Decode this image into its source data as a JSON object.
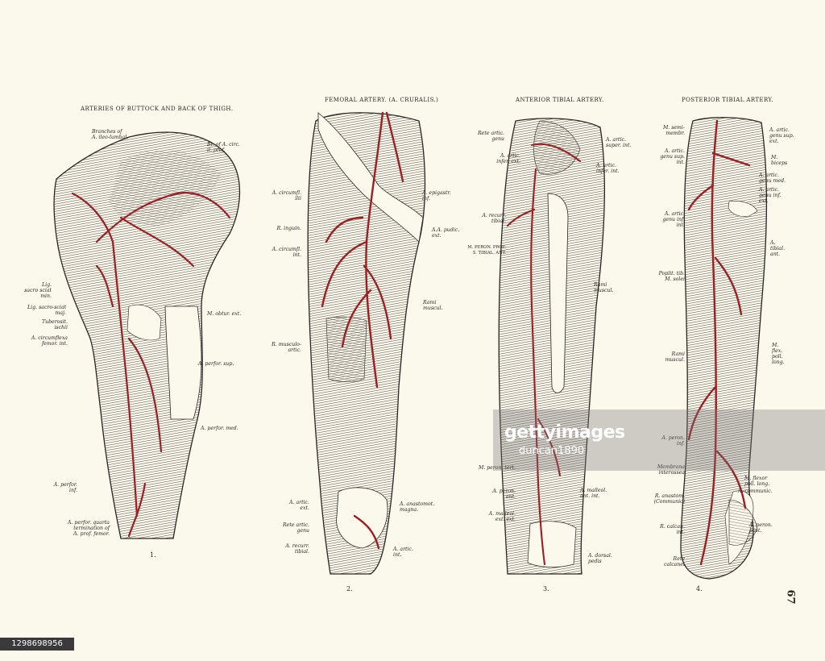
{
  "figures": [
    {
      "number": "1.",
      "title": "ARTERIES OF BUTTOCK AND BACK OF THIGH.",
      "labels_left": [
        "Lig.\nsacro sciat\nmin.",
        "Lig. sacro-sciat\nmaj.",
        "Tuberosit.\nischii",
        "A. circumflexa\nfemor. int.",
        "A. perfor.\ninf.",
        "A. perfor. quarta\ntermination of\nA. prof. femor."
      ],
      "labels_right": [
        "Branches of\nA. ileo-lumbal.",
        "Br. of A. circ.\nil. prof.",
        "M. obtur. ext.",
        "A. perfor. sup.",
        "A. perfor. med."
      ]
    },
    {
      "number": "2.",
      "title": "FEMORAL ARTERY. (A. Cruralis.)",
      "labels_left": [
        "A. circumfl.\nilii",
        "R. inguin.",
        "A. circumfl.\nint.",
        "R. musculo-\nartic.",
        "A. artic.\next.",
        "Rete artic.\ngenu",
        "A. recurr.\ntibial."
      ],
      "labels_right": [
        "A. epigastr.\ninf.",
        "A.A. pudic.\next.",
        "Rami\nmuscul.",
        "A. anastomot.\nmagna.",
        "A. artic.\nint."
      ]
    },
    {
      "number": "3.",
      "title": "ANTERIOR TIBIAL ARTERY.",
      "labels_left": [
        "Rete artic.\ngenu",
        "A. artic.\ninfer. ext.",
        "A. recurr.\ntibial.",
        "M. PERON. PROF.\nS. TIBIAL. ANT.",
        "M. peron. tert.",
        "A. peron.\nant.",
        "A. malleol.\next. ext."
      ],
      "labels_right": [
        "A. artic.\nsuper. int.",
        "A. artic.\ninfer. int.",
        "Rami\nmuscul.",
        "A. malleol.\nant. int.",
        "A. dorsal.\npedis"
      ]
    },
    {
      "number": "4.",
      "title": "POSTERIOR TIBIAL ARTERY.",
      "labels_left": [
        "M. semi-\nmembr.",
        "A. artic.\ngenu sup.\nint.",
        "A. artic.\ngenu inf.\nint.",
        "Poplit. tib.\nM. solei",
        "Rami\nmuscul.",
        "A. peron.\ninf.",
        "Membrana\ninterossea",
        "R. anastom.\n(Communic)",
        "R. calcan.\nint.",
        "Rete\ncalcanei"
      ],
      "labels_right": [
        "A. artic.\ngenu sup.\next.",
        "M.\nbiceps",
        "A. artic.\ngenu med.",
        "A. artic.\ngenu inf.\next.",
        "A.\ntibial.\nant.",
        "M.\nflex.\npoll.\nlong.",
        "M. flexor\npoll. long.",
        "A. communic.",
        "A. peron.\npost."
      ]
    }
  ],
  "page_number": "67",
  "watermark": {
    "logo": "gettyimages",
    "credit": "duncan1890",
    "image_id": "1298698956"
  },
  "colors": {
    "paper": "#fbf8ec",
    "ink": "#2b2622",
    "artery": "#9e1e22"
  }
}
